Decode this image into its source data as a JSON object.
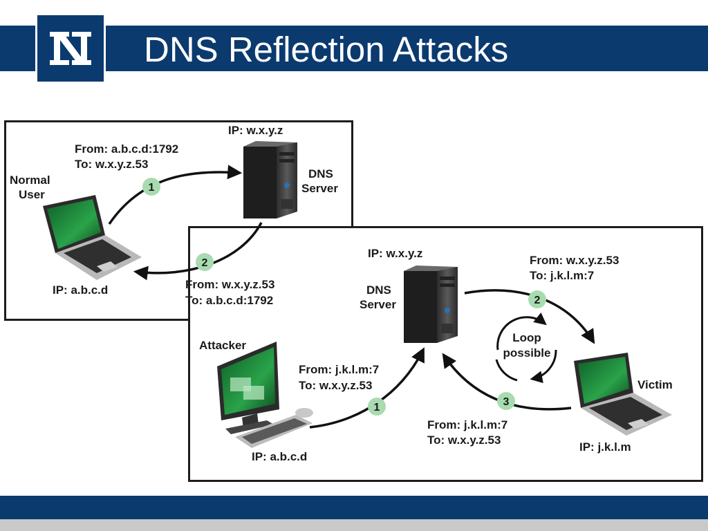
{
  "slide": {
    "title": "DNS Reflection Attacks",
    "logo_letter": "N"
  },
  "normal_scenario": {
    "user_label_line1": "Normal",
    "user_label_line2": "User",
    "user_ip": "IP: a.b.c.d",
    "server_ip": "IP: w.x.y.z",
    "server_label_line1": "DNS",
    "server_label_line2": "Server",
    "request": {
      "step": "1",
      "from": "From: a.b.c.d:1792",
      "to": "To: w.x.y.z.53"
    },
    "response": {
      "step": "2",
      "from": "From: w.x.y.z.53",
      "to": "To: a.b.c.d:1792"
    }
  },
  "attack_scenario": {
    "server_ip": "IP: w.x.y.z",
    "server_label_line1": "DNS",
    "server_label_line2": "Server",
    "attacker_label": "Attacker",
    "attacker_ip": "IP: a.b.c.d",
    "victim_label": "Victim",
    "victim_ip": "IP: j.k.l.m",
    "spoofed_request": {
      "step": "1",
      "from": "From: j.k.l.m:7",
      "to": "To: w.x.y.z.53"
    },
    "reflected_response": {
      "step": "2",
      "from": "From: w.x.y.z.53",
      "to": "To: j.k.l.m:7"
    },
    "victim_reply": {
      "step": "3",
      "from": "From: j.k.l.m:7",
      "to": "To: w.x.y.z.53"
    },
    "loop_line1": "Loop",
    "loop_line2": "possible"
  },
  "colors": {
    "brand_navy": "#0b3a6f",
    "step_badge": "#a8dcb0",
    "screen_green": "#1f8a3a"
  }
}
